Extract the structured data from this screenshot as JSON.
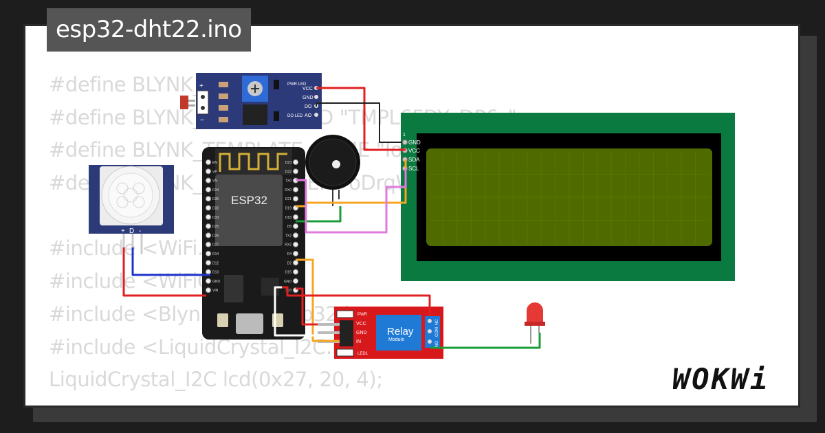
{
  "title": "esp32-dht22.ino",
  "code_lines": [
    "#define BLYNK_PRINT Serial",
    "#define BLYNK_TEMPLATE_ID \"TMPL6FDY_DP6_\"",
    "#define BLYNK_TEMPLATE_NAME \"IoT\"",
    "#define BLYNK_AUTH_TOKEN \"oDrqWKsySM0M0jtULz2hMKXYq1",
    "",
    "#include <WiFi.h>",
    "#include <WiFiClient.h>",
    "#include <BlynkSimpleEsp32.h>",
    "#include <LiquidCrystal_I2C.h>",
    "LiquidCrystal_I2C lcd(0x27, 20, 4);"
  ],
  "logo": "WOKWi",
  "esp32": {
    "label": "ESP32",
    "left_pins": [
      "EN",
      "VP",
      "VN",
      "D34",
      "D35",
      "D32",
      "D33",
      "D25",
      "D26",
      "D27",
      "D14",
      "D12",
      "D13",
      "GND",
      "VIN"
    ],
    "right_pins": [
      "D23",
      "D22",
      "TX0",
      "RX0",
      "D21",
      "D19",
      "D18",
      "D5",
      "TX2",
      "RX2",
      "D4",
      "D2",
      "D15",
      "GND",
      "3V3"
    ]
  },
  "ldr_module": {
    "pins": [
      "VCC",
      "GND",
      "DO",
      "AO"
    ],
    "pwr_led": "PWR LED",
    "do_led": "DO LED"
  },
  "pir": {
    "pins": [
      "+",
      "D",
      "-"
    ]
  },
  "lcd": {
    "pins": [
      "GND",
      "VCC",
      "SDA",
      "SCL"
    ],
    "pin_one": "1"
  },
  "relay": {
    "title": "Relay",
    "subtitle": "Module",
    "pins": [
      "VCC",
      "GND",
      "IN"
    ],
    "pwr": "PWR",
    "led": "LED1",
    "contacts": [
      "NC",
      "COM",
      "NO"
    ]
  },
  "colors": {
    "wire_red": "#e02020",
    "wire_orange": "#f5a623",
    "wire_green": "#1a9c3a",
    "wire_pink": "#e07adf",
    "wire_blue": "#1c35c9",
    "lcd_board": "#0b7a41",
    "relay_board": "#d7191c",
    "module_blue": "#2d3a7a"
  }
}
